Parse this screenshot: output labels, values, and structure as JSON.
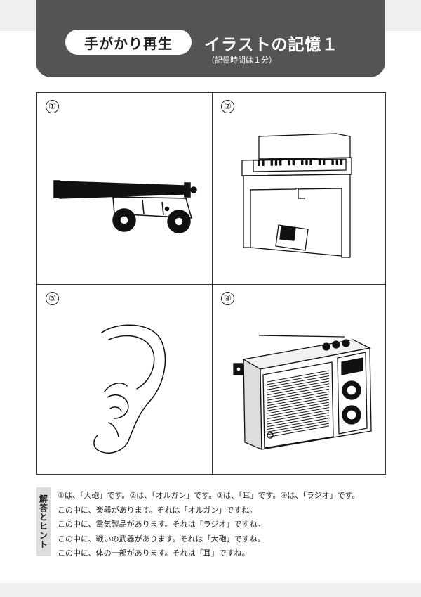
{
  "header": {
    "badge": "手がかり再生",
    "title": "イラストの記憶１",
    "subtitle": "（記憶時間は１分）"
  },
  "cells": [
    {
      "number": "①",
      "icon": "cannon-icon"
    },
    {
      "number": "②",
      "icon": "organ-icon"
    },
    {
      "number": "③",
      "icon": "ear-icon"
    },
    {
      "number": "④",
      "icon": "radio-icon"
    }
  ],
  "answers": {
    "tag": "解答とヒント",
    "lines": [
      "①は、「大砲」です。②は、「オルガン」です。③は、「耳」です。④は、「ラジオ」です。",
      "この中に、楽器があります。それは「オルガン」ですね。",
      "この中に、電気製品があります。それは「ラジオ」ですね。",
      "この中に、戦いの武器があります。それは「大砲」ですね。",
      "この中に、体の一部があります。それは「耳」ですね。"
    ]
  }
}
